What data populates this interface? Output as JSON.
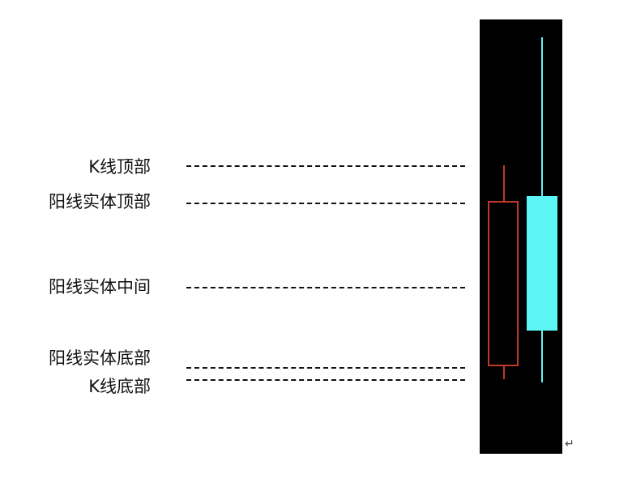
{
  "labels": [
    "K线顶部",
    "阳线实体顶部",
    "阳线实体中间",
    "阳线实体底部",
    "K线底部"
  ],
  "colors": {
    "panel_background": "#000000",
    "hollow_candle": "#c0392b",
    "filled_candle": "#5cf6f6",
    "guide_lines": "#111111"
  },
  "paragraph_mark": "↵"
}
